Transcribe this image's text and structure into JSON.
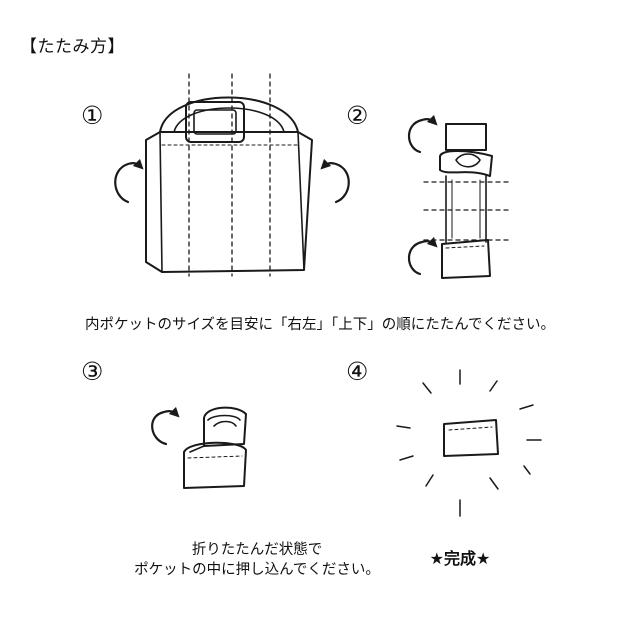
{
  "title": "【たたみ方】",
  "steps": [
    "①",
    "②",
    "③",
    "④"
  ],
  "instruction": "内ポケットのサイズを目安に「右左」「上下」の順にたたんでください。",
  "step3_note": [
    "折りたたんだ状態で",
    "ポケットの中に押し込んでください。"
  ],
  "step4_label": "★完成★",
  "colors": {
    "line": "#1a1a1a",
    "background": "#ffffff"
  },
  "icons": [
    "curved-arrow-icon"
  ]
}
